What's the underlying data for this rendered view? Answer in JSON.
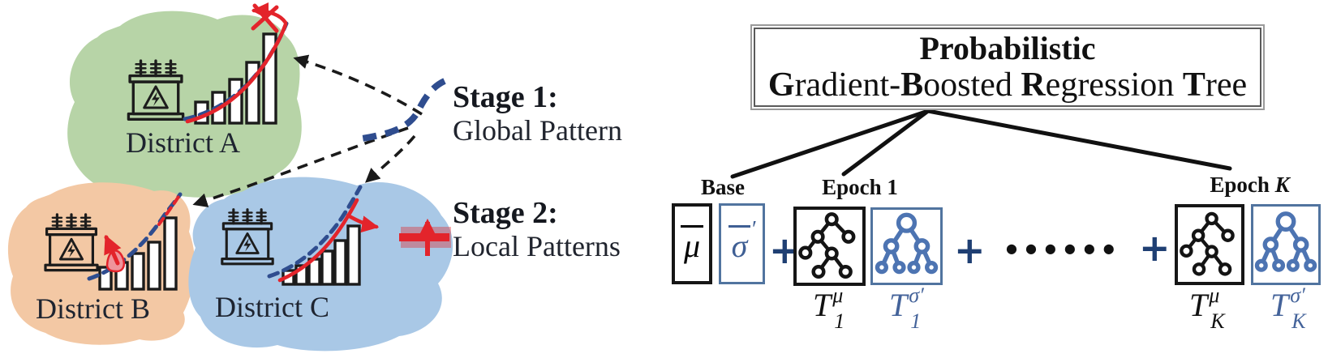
{
  "left": {
    "districts": [
      {
        "label": "District A"
      },
      {
        "label": "District B"
      },
      {
        "label": "District C"
      }
    ],
    "stage1": {
      "title": "Stage 1:",
      "subtitle": "Global Pattern"
    },
    "stage2": {
      "title": "Stage 2:",
      "subtitle": "Local Patterns"
    }
  },
  "right": {
    "title": {
      "line1": "Probabilistic",
      "g": "G",
      "radient": "radient-",
      "b": "B",
      "oosted": "oosted ",
      "r": "R",
      "egression": "egression ",
      "t": "T",
      "ree": "ree"
    },
    "labels": {
      "base": "Base",
      "epoch1": "Epoch 1",
      "epochK_prefix": "Epoch ",
      "epochK_var": "K"
    },
    "symbols": {
      "mu": "μ",
      "sigma": "σ",
      "prime": "′",
      "plus": "+",
      "dots": "●●●●●●",
      "T": "T",
      "one": "1",
      "K": "K",
      "sup_mu": "μ",
      "sup_sigma": "σ′"
    }
  },
  "colors": {
    "red": "#e3242b",
    "blue": "#2f4d8f",
    "steel_blue": "#4d74b2",
    "box_blue": "#51749f",
    "plus_navy": "#1f3f73",
    "green_blob": "#b7d4a7",
    "orange_blob": "#f3c8a4",
    "blue_blob": "#a9c8e6"
  }
}
